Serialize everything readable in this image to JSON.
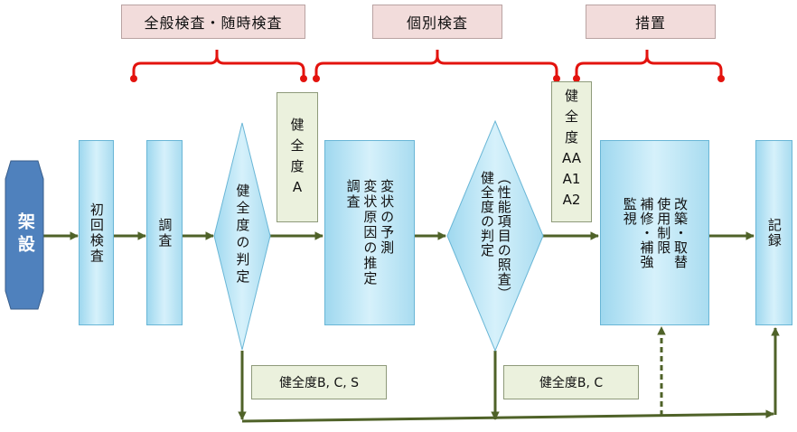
{
  "categories": {
    "periodic": "全般検査・随時検査",
    "individual": "個別検査",
    "measures": "措置"
  },
  "nodes": {
    "start": "架設",
    "initial_inspection": "初回検査",
    "survey": "調査",
    "diamond1": "健全度の判定",
    "cause_survey": "変状の予測\n変状原因の推定\n調査",
    "diamond2": "（性能項目の照査）\n健全度の判定",
    "measures": "改築・取替\n使用制限\n補修・補強\n監視",
    "record": "記録"
  },
  "grade_a": [
    "健",
    "全",
    "度",
    "A"
  ],
  "grade_aa": [
    "健",
    "全",
    "度",
    "AA",
    "A1",
    "A2"
  ],
  "notes": {
    "bcs": "健全度B, C, S",
    "bc": "健全度B, C"
  },
  "colors": {
    "arrow": "#4f6228",
    "bracket": "#e3130e",
    "start_fill": "#4f81bd",
    "box_fill": "#c5ebf8",
    "category_fill": "#f2dcdb",
    "note_fill": "#ebf1dd"
  }
}
